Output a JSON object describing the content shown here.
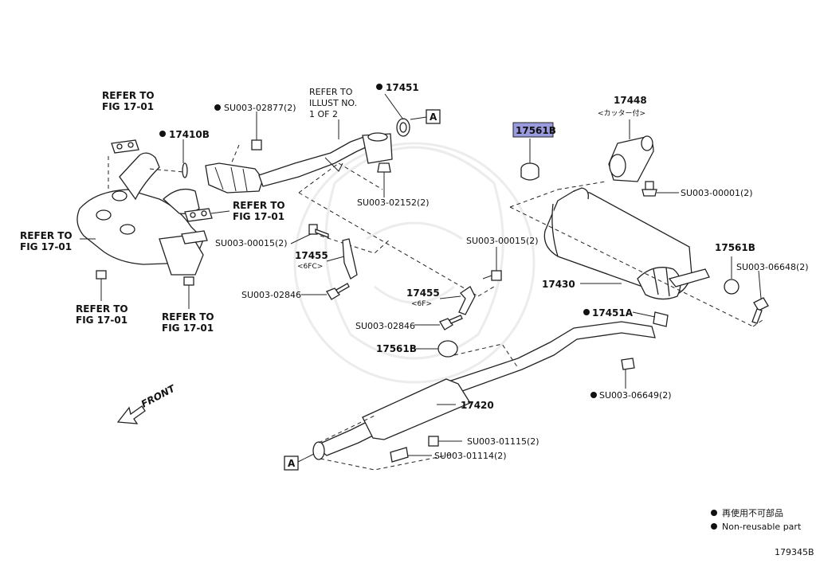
{
  "refs": {
    "r1": "REFER TO",
    "r1b": "FIG 17-01",
    "r2": "REFER TO",
    "r2b": "FIG 17-01",
    "r3": "REFER TO",
    "r3b": "FIG 17-01",
    "r4": "REFER TO",
    "r4b": "FIG 17-01",
    "r5": "REFER TO",
    "r5b": "FIG 17-01",
    "r6a": "REFER TO",
    "r6b": "ILLUST NO.",
    "r6c": "1 OF 2"
  },
  "parts": {
    "p17451": "17451",
    "p17410B": "17410B",
    "su02877": "SU003-02877(2)",
    "su02152": "SU003-02152(2)",
    "su00015a": "SU003-00015(2)",
    "su00015b": "SU003-00015(2)",
    "p17455a": "17455",
    "p17455a_sub": "<6FC>",
    "p17455b": "17455",
    "p17455b_sub": "<6F>",
    "su02846a": "SU003-02846",
    "su02846b": "SU003-02846",
    "p17561B_hl": "17561B",
    "p17561B_r": "17561B",
    "p17561B_m": "17561B",
    "p17448": "17448",
    "p17448_sub": "<カッター付>",
    "su00001": "SU003-00001(2)",
    "su06648": "SU003-06648(2)",
    "p17430": "17430",
    "p17451A": "17451A",
    "su06649": "SU003-06649(2)",
    "p17420": "17420",
    "su01115": "SU003-01115(2)",
    "su01114": "SU003-01114(2)",
    "boxA": "A"
  },
  "front_label": "FRONT",
  "legend": {
    "jp": "再使用不可部品",
    "en": "Non-reusable part"
  },
  "diagram_id": "179345B",
  "colors": {
    "highlight": "#9a9adf",
    "ink": "#222222"
  }
}
